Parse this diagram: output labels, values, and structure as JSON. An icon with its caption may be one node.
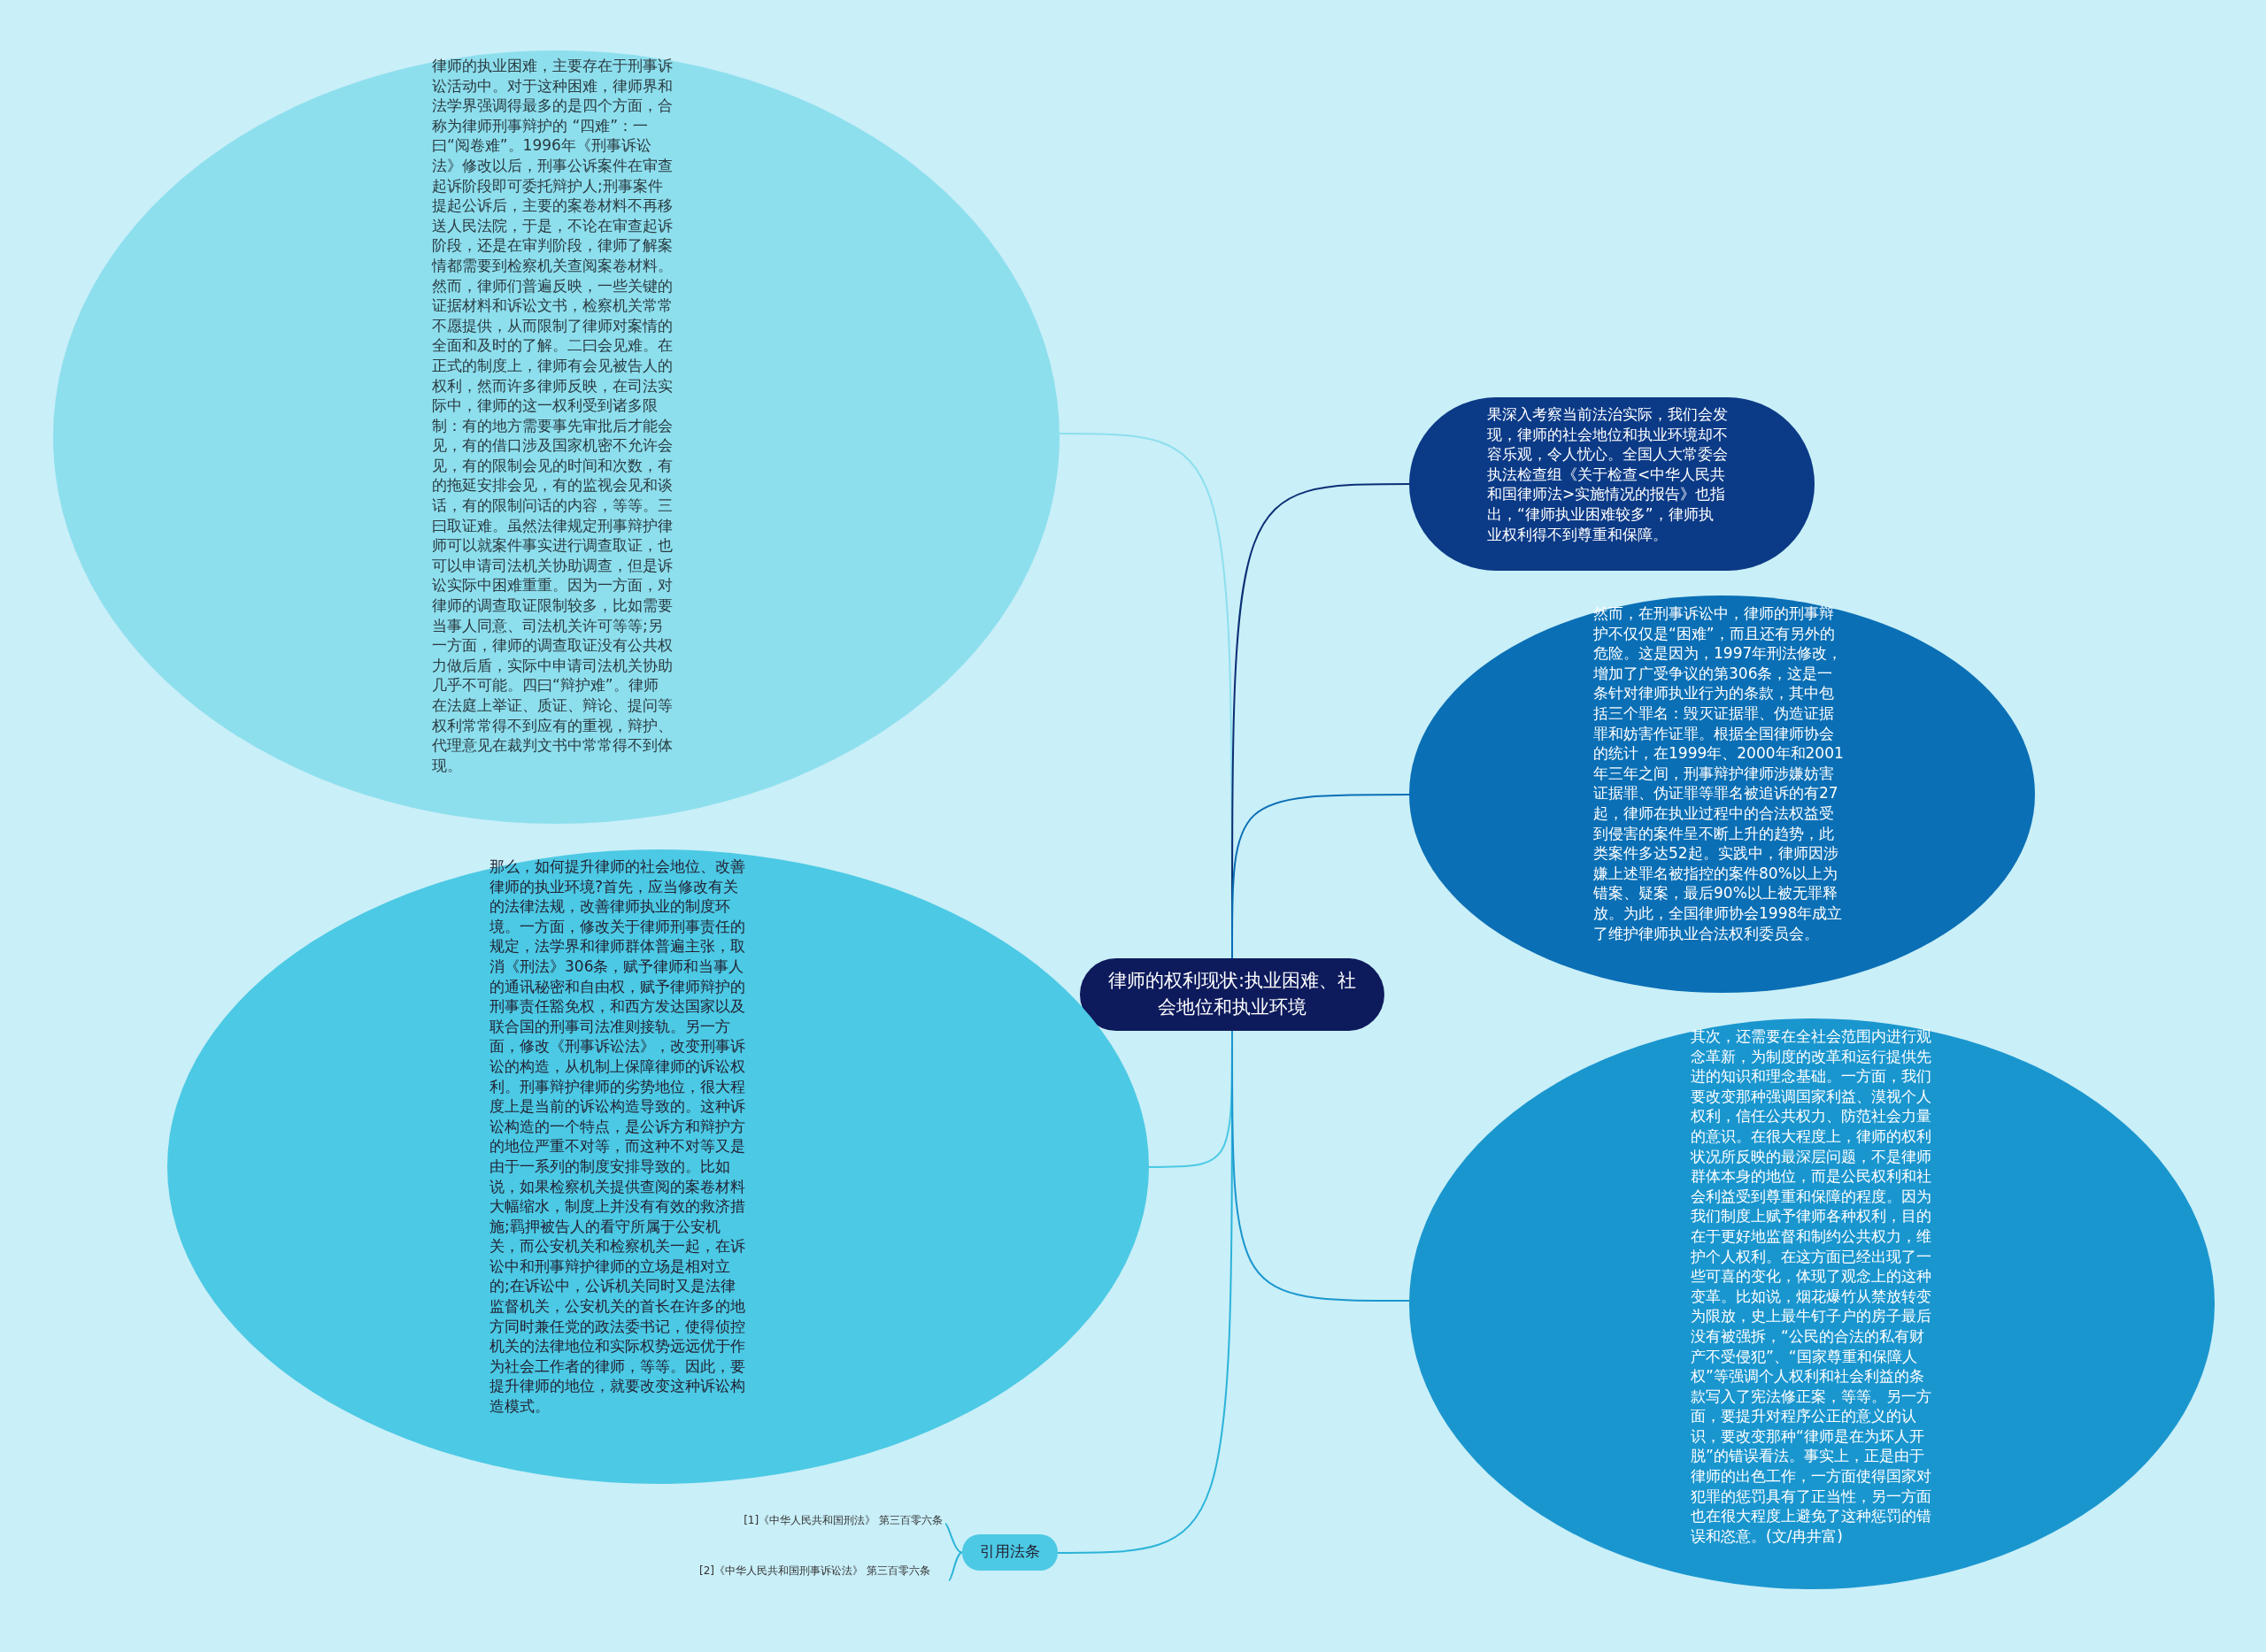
{
  "diagram": {
    "nodes": [
      {
        "text": [
          "律师的权利现状:执业困难、社会地位和执业环境"
        ]
      },
      {
        "text": [
          "律师的执业困难，主要存在于刑事诉讼活动中。对于这种困难，律师界和法学界强调得最多的是四个方面，合称为律师刑事辩护的 “四难”：一曰“阅卷难”。1996年《刑事诉讼法》修改以后，刑事公诉案件在审查起诉阶段即可委托辩护人;刑事案件提起公诉后，主要的案卷材料不再移送人民法院，于是，不论在审查起诉阶段，还是在审判阶段，律师了解案情都需要到检察机关查阅案卷材料。然而，律师们普遍反映，一些关键的证据材料和诉讼文书，检察机关常常不愿提供，从而限制了律师对案情的全面和及时的了解。二曰会见难。在正式的制度上，律师有会见被告人的权利，然而许多律师反映，在司法实际中，律师的这一权利受到诸多限制：有的地方需要事先审批后才能会见，有的借口涉及国家机密不允许会见，有的限制会见的时间和次数，有的拖延安排会见，有的监视会见和谈话，有的限制问话的内容，等等。三曰取证难。虽然法律规定刑事辩护律师可以就案件事实进行调查取证，也可以申请司法机关协助调查，但是诉讼实际中困难重重。因为一方面，对律师的调查取证限制较多，比如需要当事人同意、司法机关许可等等;另一方面，律师的调查取证没有公共权力做后盾，实际中申请司法机关协助几乎不可能。四曰“辩护难”。律师在法庭上举证、质证、辩论、提问等权利常常得不到应有的重视，辩护、代理意见在裁判文书中常常得不到体现。"
        ]
      },
      {
        "text": [
          "那么，如何提升律师的社会地位、改善律师的执业环境?首先，应当修改有关的法律法规，改善律师执业的制度环境。一方面，修改关于律师刑事责任的规定，法学界和律师群体普遍主张，取消《刑法》306条，赋予律师和当事人的通讯秘密和自由权，赋予律师辩护的刑事责任豁免权，和西方发达国家以及联合国的刑事司法准则接轨。另一方面，修改《刑事诉讼法》，改变刑事诉讼的构造，从机制上保障律师的诉讼权利。刑事辩护律师的劣势地位，很大程度上是当前的诉讼构造导致的。这种诉讼构造的一个特点，是公诉方和辩护方的地位严重不对等，而这种不对等又是由于一系列的制度安排导致的。比如说，如果检察机关提供查阅的案卷材料大幅缩水，制度上并没有有效的救济措施;羁押被告人的看守所属于公安机关，而公安机关和检察机关一起，在诉讼中和刑事辩护律师的立场是相对立的;在诉讼中，公诉机关同时又是法律监督机关，公安机关的首长在许多的地方同时兼任党的政法委书记，使得侦控机关的法律地位和实际权势远远优于作为社会工作者的律师，等等。因此，要提升律师的地位，就要改变这种诉讼构造模式。"
        ]
      },
      {
        "text": [
          "引用法条"
        ]
      },
      {
        "text": [
          "[1]《中华人民共和国刑法》 第三百零六条"
        ]
      },
      {
        "text": [
          "[2]《中华人民共和国刑事诉讼法》 第三百零六条"
        ]
      },
      {
        "text": [
          "果深入考察当前法治实际，我们会发现，律师的社会地位和执业环境却不容乐观，令人忧心。全国人大常委会执法检查组《关于检查<中华人民共和国律师法>实施情况的报告》也指出，“律师执业困难较多”，律师执业权利得不到尊重和保障。"
        ]
      },
      {
        "text": [
          "然而，在刑事诉讼中，律师的刑事辩护不仅仅是“困难”，而且还有另外的危险。这是因为，1997年刑法修改，增加了广受争议的第306条，这是一条针对律师执业行为的条款，其中包括三个罪名：毁灭证据罪、伪造证据罪和妨害作证罪。根据全国律师协会的统计，在1999年、2000年和2001年三年之间，刑事辩护律师涉嫌妨害证据罪、伪证罪等罪名被追诉的有27起，律师在执业过程中的合法权益受到侵害的案件呈不断上升的趋势，此类案件多达52起。实践中，律师因涉嫌上述罪名被指控的案件80%以上为错案、疑案，最后90%以上被无罪释放。为此，全国律师协会1998年成立了维护律师执业合法权利委员会。"
        ]
      },
      {
        "text": [
          "其次，还需要在全社会范围内进行观念革新，为制度的改革和运行提供先进的知识和理念基础。一方面，我们要改变那种强调国家利益、漠视个人权利，信任公共权力、防范社会力量的意识。在很大程度上，律师的权利状况所反映的最深层问题，不是律师群体本身的地位，而是公民权利和社会利益受到尊重和保障的程度。因为我们制度上赋予律师各种权利，目的在于更好地监督和制约公共权力，维护个人权利。在这方面已经出现了一些可喜的变化，体现了观念上的这种变革。比如说，烟花爆竹从禁放转变为限放，史上最牛钉子户的房子最后没有被强拆，“公民的合法的私有财产不受侵犯”、“国家尊重和保障人权”等强调个人权利和社会利益的条款写入了宪法修正案，等等。另一方面，要提升对程序公正的意义的认识，要改变那种“律师是在为坏人开脱”的错误看法。事实上，正是由于律师的出色工作，一方面使得国家对犯罪的惩罚具有了正当性，另一方面也在很大程度上避免了这种惩罚的错误和恣意。(文/冉井富)"
        ]
      }
    ],
    "edges": [
      {
        "from": 0,
        "to": 1,
        "arrow": "none",
        "color": "#8edfee"
      },
      {
        "from": 0,
        "to": 2,
        "arrow": "none",
        "color": "#4cc9e4"
      },
      {
        "from": 0,
        "to": 3,
        "arrow": "none",
        "color": "#2bb3d9"
      },
      {
        "from": 3,
        "to": 4,
        "arrow": "none",
        "color": "#2bb3d9"
      },
      {
        "from": 3,
        "to": 5,
        "arrow": "none",
        "color": "#2bb3d9"
      },
      {
        "from": 0,
        "to": 6,
        "arrow": "none",
        "color": "#0b2f75"
      },
      {
        "from": 0,
        "to": 7,
        "arrow": "none",
        "color": "#0a6fb5"
      },
      {
        "from": 0,
        "to": 8,
        "arrow": "none",
        "color": "#1a96cf"
      }
    ]
  }
}
